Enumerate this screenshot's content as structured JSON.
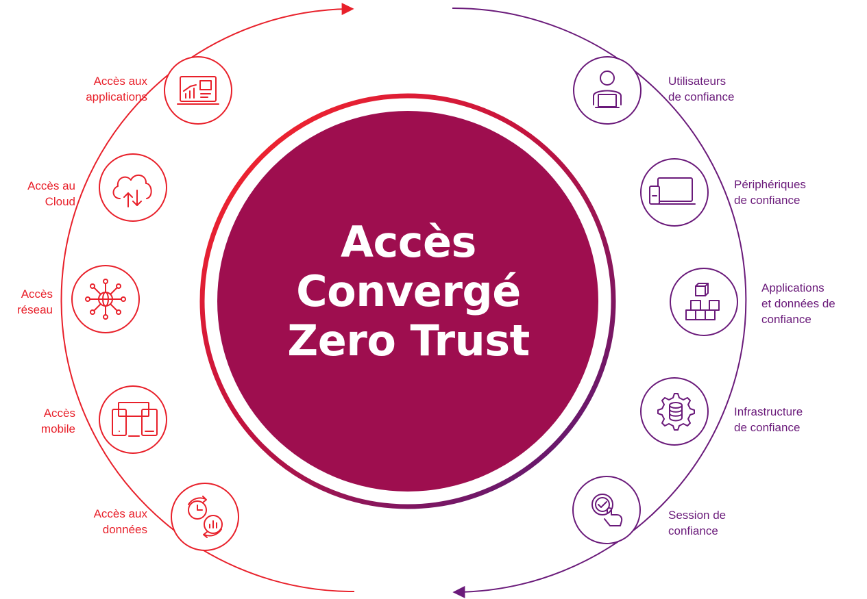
{
  "title": {
    "lines": [
      "Accès",
      "Convergé",
      "Zero Trust"
    ]
  },
  "colors": {
    "left_accent": "#e8202a",
    "right_accent": "#6a1a7a",
    "center_fill": "#9e0e4f"
  },
  "left_items": [
    {
      "icon": "presentation-chart-icon",
      "lines": [
        "Accès aux",
        "applications"
      ]
    },
    {
      "icon": "cloud-transfer-icon",
      "lines": [
        "Accès au",
        "Cloud"
      ]
    },
    {
      "icon": "network-globe-icon",
      "lines": [
        "Accès",
        "réseau"
      ]
    },
    {
      "icon": "mobile-devices-icon",
      "lines": [
        "Accès",
        "mobile"
      ]
    },
    {
      "icon": "data-cycle-icon",
      "lines": [
        "Accès aux",
        "données"
      ]
    }
  ],
  "right_items": [
    {
      "icon": "user-laptop-icon",
      "lines": [
        "Utilisateurs",
        "de confiance"
      ]
    },
    {
      "icon": "devices-icon",
      "lines": [
        "Périphériques",
        "de confiance"
      ]
    },
    {
      "icon": "cubes-icon",
      "lines": [
        "Applications",
        "et données de",
        "confiance"
      ]
    },
    {
      "icon": "gear-database-icon",
      "lines": [
        "Infrastructure",
        "de confiance"
      ]
    },
    {
      "icon": "touch-check-icon",
      "lines": [
        "Session de",
        "confiance"
      ]
    }
  ]
}
